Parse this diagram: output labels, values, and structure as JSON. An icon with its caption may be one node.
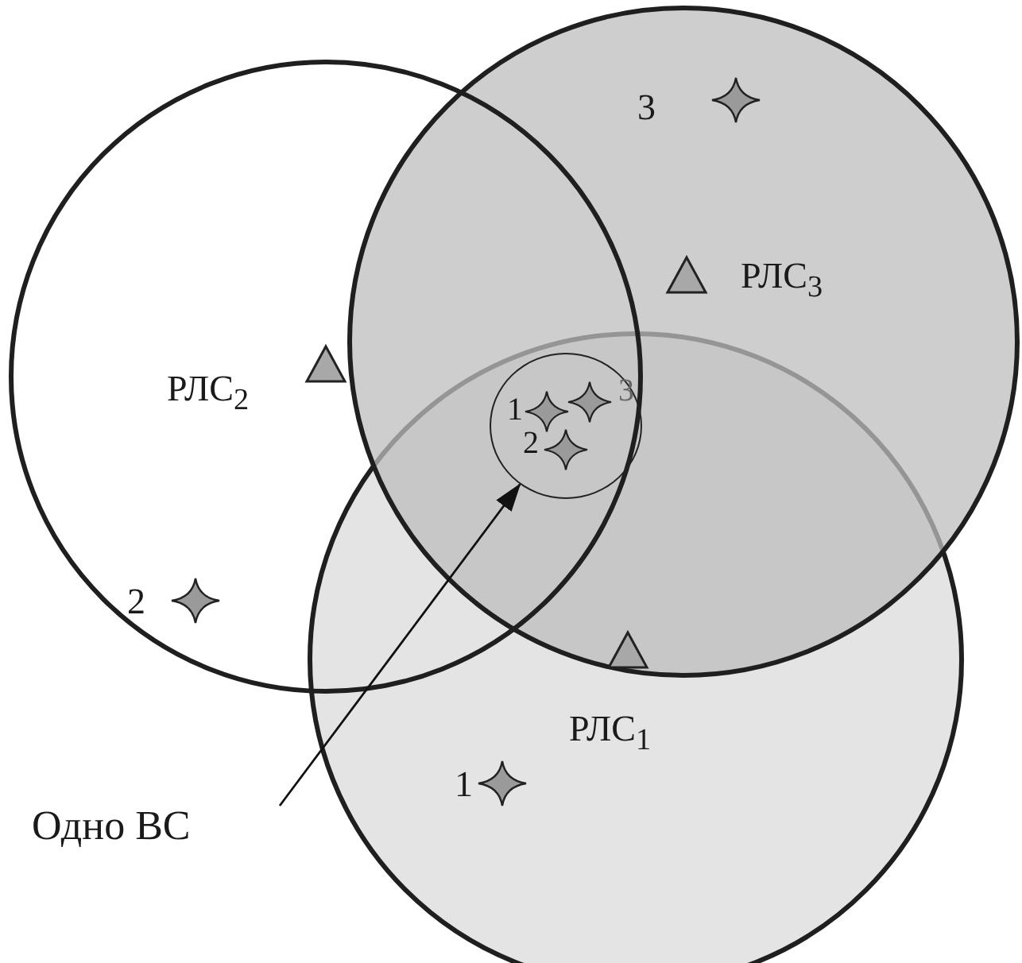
{
  "diagram": {
    "nodes": [
      {
        "text": [
          "1",
          "3",
          "2"
        ]
      },
      {
        "text": [
          "Одно ВС"
        ]
      }
    ],
    "edges": [
      {
        "from": 1,
        "to": 0,
        "arrow": "to"
      }
    ],
    "labels": [
      "3",
      "РЛС$_{3}$",
      "РЛС$_{2}$",
      "2",
      "РЛС$_{1}$",
      "1"
    ]
  }
}
